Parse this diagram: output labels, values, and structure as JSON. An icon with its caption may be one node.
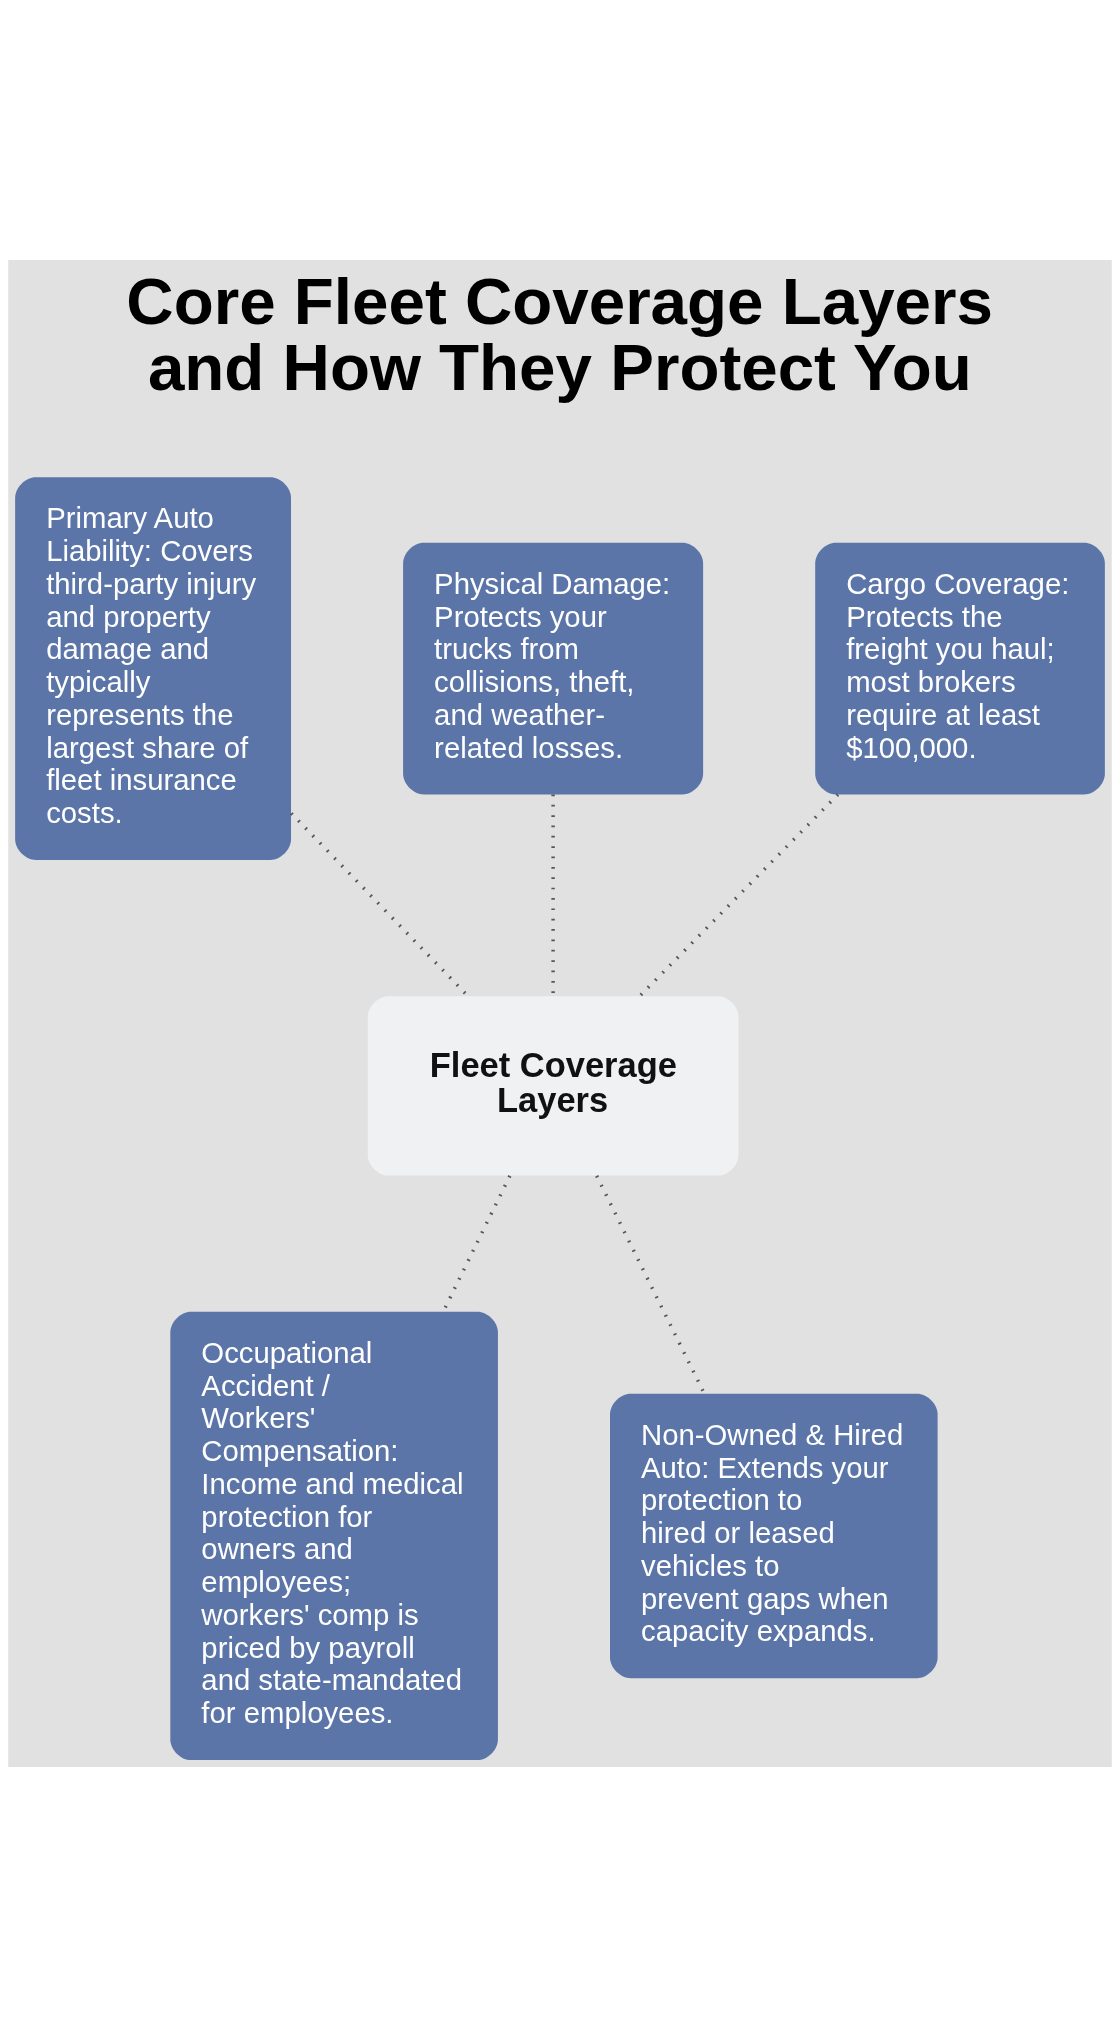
{
  "diagram": {
    "title": "Core Fleet Coverage Layers and How They Protect You",
    "nodes": [
      {
        "text": [
          "Primary Auto Liability: Covers third-party injury and property damage and typically represents the largest share of fleet insurance costs."
        ]
      },
      {
        "text": [
          "Physical Damage: Protects your trucks from collisions, theft, and weather-related losses."
        ]
      },
      {
        "text": [
          "Cargo Coverage: Protects the freight you haul; most brokers require at least $100,000."
        ]
      },
      {
        "text": [
          "Fleet Coverage Layers"
        ]
      },
      {
        "text": [
          "Occupational Accident / Workers' Compensation: Income and medical protection for owners and employees; workers' comp is priced by payroll and state-mandated for employees."
        ]
      },
      {
        "text": [
          "Non-Owned & Hired Auto: Extends your protection to hired or leased vehicles to prevent gaps when capacity expands."
        ]
      }
    ],
    "edges": [
      {
        "from": 0,
        "to": 3,
        "arrow": "none",
        "style": "dashed"
      },
      {
        "from": 1,
        "to": 3,
        "arrow": "none",
        "style": "dashed"
      },
      {
        "from": 2,
        "to": 3,
        "arrow": "none",
        "style": "dashed"
      },
      {
        "from": 3,
        "to": 4,
        "arrow": "none",
        "style": "dashed"
      },
      {
        "from": 3,
        "to": 5,
        "arrow": "none",
        "style": "dashed"
      }
    ]
  }
}
